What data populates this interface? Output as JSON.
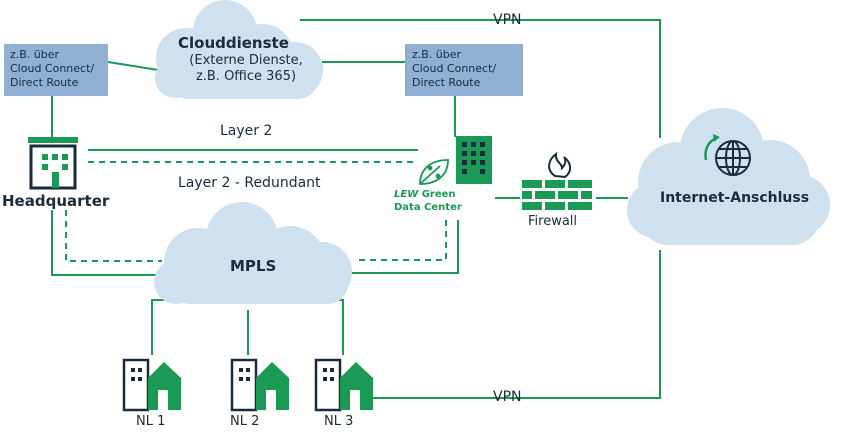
{
  "cloud_services": {
    "title": "Clouddienste",
    "line1": "(Externe Dienste,",
    "line2": "z.B. Office 365)"
  },
  "left_box": {
    "line1": "z.B. über",
    "line2": "Cloud Connect/",
    "line3": "Direct Route"
  },
  "right_box": {
    "line1": "z.B. über",
    "line2": "Cloud Connect/",
    "line3": "Direct Route"
  },
  "links": {
    "vpn_top": "VPN",
    "vpn_bottom": "VPN",
    "layer2": "Layer 2",
    "layer2_redundant": "Layer 2  - Redundant"
  },
  "headquarter": {
    "label": "Headquarter"
  },
  "datacenter": {
    "brand": "LEW",
    "line1": "Green",
    "line2": "Data Center"
  },
  "firewall": {
    "label": "Firewall"
  },
  "internet": {
    "label": "Internet-Anschluss"
  },
  "mpls": {
    "label": "MPLS"
  },
  "branches": [
    {
      "label": "NL 1"
    },
    {
      "label": "NL 2"
    },
    {
      "label": "NL 3"
    }
  ],
  "colors": {
    "green": "#1a9a55",
    "cloud": "#cfe0ef",
    "box": "#8fb0d3",
    "navy": "#1a2b3c"
  }
}
